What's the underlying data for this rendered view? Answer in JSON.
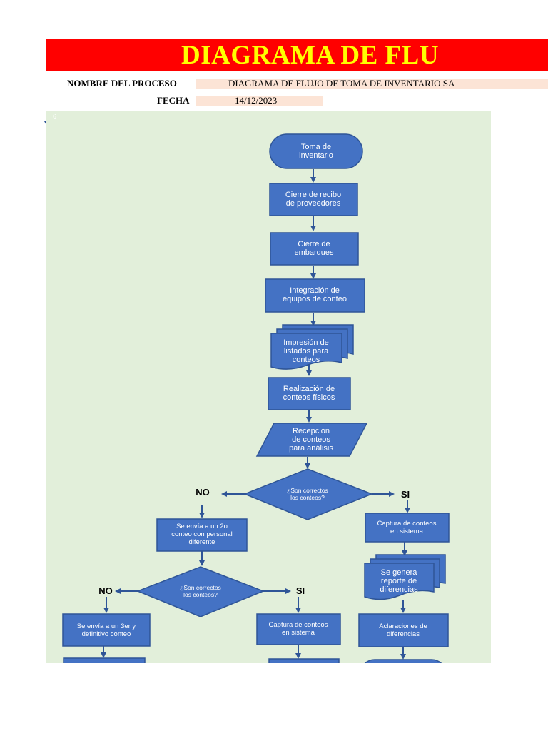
{
  "header": {
    "title": "DIAGRAMA DE FLU",
    "process_label": "NOMBRE DEL PROCESO",
    "process_value": "DIAGRAMA DE FLUJO DE TOMA DE INVENTARIO SA",
    "date_label": "FECHA",
    "date_value": "14/12/2023"
  },
  "canvas": {
    "corner_mark": "6"
  },
  "colors": {
    "banner": "#ff0000",
    "title": "#ffff00",
    "value_fill": "#fce4d6",
    "canvas": "#e2efda",
    "shape_fill": "#4472c4",
    "shape_border": "#2f5597",
    "arrow": "#2f5597"
  },
  "flow": {
    "start": [
      "Toma de",
      "inventario"
    ],
    "step1": [
      "Cierre de recibo",
      "de proveedores"
    ],
    "step2": [
      "Cierre de",
      "embarques"
    ],
    "step3": [
      "Integración de",
      "equipos de conteo"
    ],
    "step4": [
      "Impresión de",
      "listados para",
      "conteos"
    ],
    "step5": [
      "Realización de",
      "conteos físicos"
    ],
    "step6": [
      "Recepción",
      "de conteos",
      "para análisis"
    ],
    "decision1": [
      "¿Son correctos",
      "los conteos?"
    ],
    "no_label": "NO",
    "yes_label": "SI",
    "left1": [
      "Se envía a un 2o",
      "conteo con personal",
      "diferente"
    ],
    "decision2": [
      "¿Son correctos",
      "los conteos?"
    ],
    "left2": [
      "Se envía a un 3er y",
      "definitivo conteo"
    ],
    "mid_capture": [
      "Captura de conteos",
      "en sistema"
    ],
    "right_capture": [
      "Captura de conteos",
      "en sistema"
    ],
    "right_report": [
      "Se genera",
      "reporte de",
      "diferencias"
    ],
    "right_clarify": [
      "Aclaraciones de",
      "diferencias"
    ]
  }
}
